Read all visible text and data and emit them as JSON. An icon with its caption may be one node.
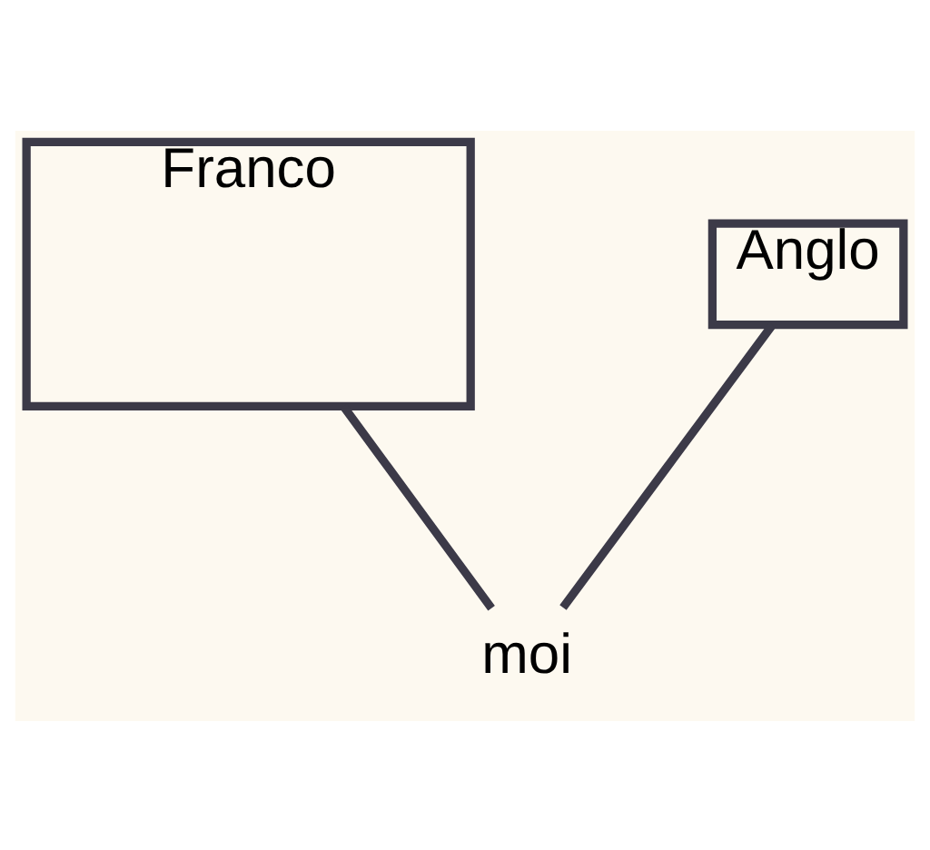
{
  "diagram": {
    "nodes": [
      {
        "text": [
          "Franco"
        ]
      },
      {
        "text": [
          "Anglo"
        ]
      },
      {
        "text": [
          "moi"
        ]
      }
    ],
    "edges": [
      {
        "from": 0,
        "to": 2,
        "arrow": "none"
      },
      {
        "from": 1,
        "to": 2,
        "arrow": "none"
      }
    ]
  }
}
